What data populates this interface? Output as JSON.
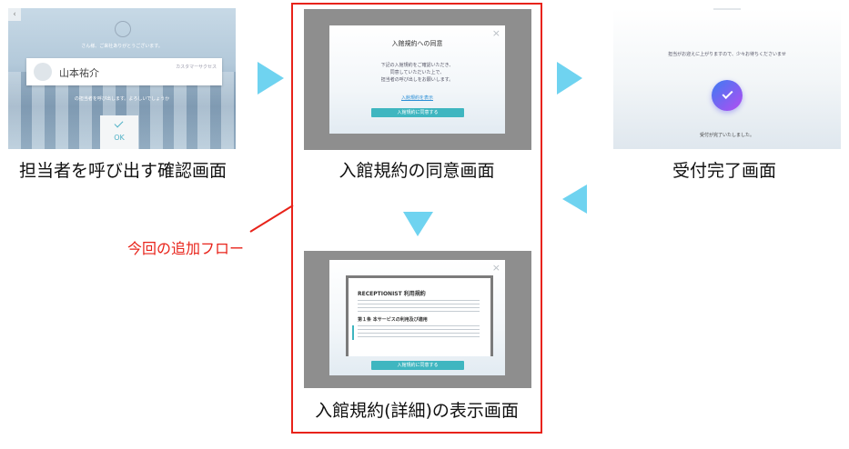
{
  "screen1": {
    "caption": "担当者を呼び出す確認画面",
    "greeting": "さん様、ご来社ありがとうございます。",
    "person_name": "山本祐介",
    "department": "カスタマーサクセス",
    "prompt": "の担当者を呼び出します。よろしいでしょうか",
    "ok_label": "OK"
  },
  "screen2": {
    "caption": "入館規約の同意画面",
    "title": "入館規約への同意",
    "body_lines": [
      "下記の入館規約をご確認いただき、",
      "同意していただいた上で、",
      "担当者の呼び出しをお願いします。"
    ],
    "link": "入館規約を表示",
    "button": "入館規約に同意する"
  },
  "screen3": {
    "caption": "入館規約(詳細)の表示画面",
    "doc_title": "RECEPTIONIST 利用規約",
    "section_heading": "第１条 本サービスの利用及び適用",
    "button": "入館規約に同意する"
  },
  "screen4": {
    "caption": "受付完了画面",
    "message": "担当がお迎えに上がりますので、少々お待ちくださいませ",
    "done": "受付が完了いたしました。"
  },
  "annotation": "今回の追加フロー",
  "colors": {
    "arrow": "#6fd3f0",
    "highlight": "#e8231a",
    "accent": "#3fb6c0",
    "check_gradient_start": "#3d7cf2",
    "check_gradient_end": "#b44cf2"
  }
}
